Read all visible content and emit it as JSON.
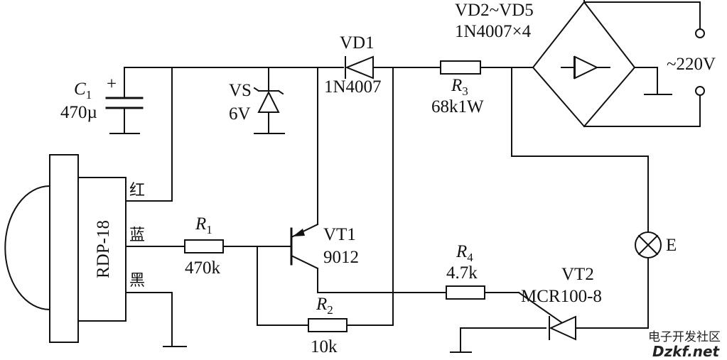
{
  "labels": {
    "c1_ref": "C",
    "c1_sub": "1",
    "c1_value": "470µ",
    "c1_plus": "+",
    "vs_ref": "VS",
    "vs_value": "6V",
    "vd1_ref": "VD1",
    "vd1_value": "1N4007",
    "r3_ref": "R",
    "r3_sub": "3",
    "r3_value": "68k1W",
    "bridge_ref": "VD2~VD5",
    "bridge_value": "1N4007×4",
    "ac_value": "~220V",
    "sensor_ref": "RDP-18",
    "pin_red": "红",
    "pin_blue": "蓝",
    "pin_black": "黑",
    "r1_ref": "R",
    "r1_sub": "1",
    "r1_value": "470k",
    "vt1_ref": "VT1",
    "vt1_value": "9012",
    "r2_ref": "R",
    "r2_sub": "2",
    "r2_value": "10k",
    "r4_ref": "R",
    "r4_sub": "4",
    "r4_value": "4.7k",
    "vt2_ref": "VT2",
    "vt2_value": "MCR100-8",
    "lamp_ref": "E"
  },
  "watermark": {
    "line1": "电子开发社区",
    "line2": "Dzkf.net"
  }
}
